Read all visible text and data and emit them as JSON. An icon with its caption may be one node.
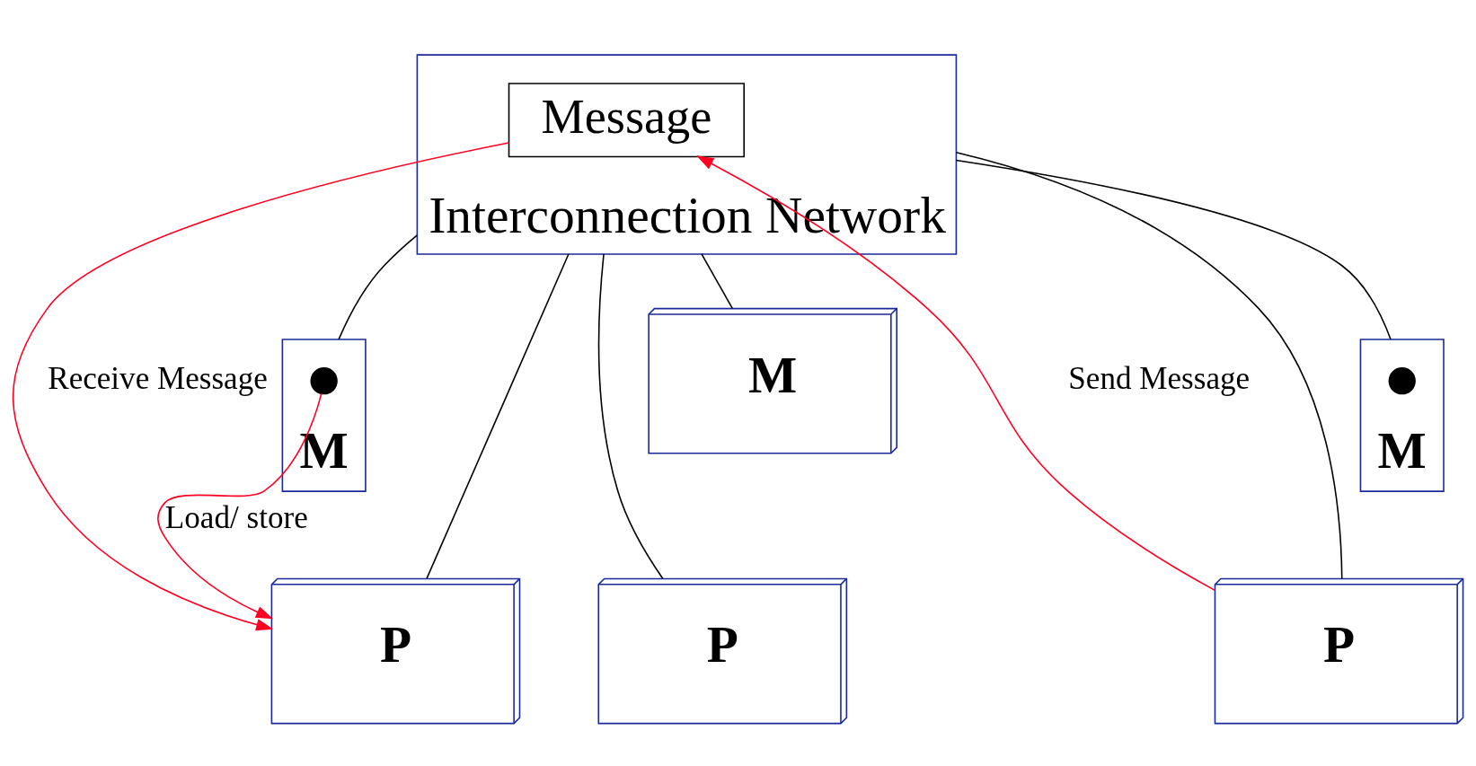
{
  "diagram": {
    "nodes": [
      {
        "text": [
          "Interconnection Network"
        ]
      },
      {
        "text": [
          "Message"
        ],
        "in": 0
      },
      {
        "text": [
          "M"
        ]
      },
      {
        "text": [],
        "shape": "circle",
        "in": 2
      },
      {
        "text": [
          "M"
        ]
      },
      {
        "text": [
          "M"
        ]
      },
      {
        "text": [],
        "shape": "circle",
        "in": 5
      },
      {
        "text": [
          "P"
        ]
      },
      {
        "text": [
          "P"
        ]
      },
      {
        "text": [
          "P"
        ]
      }
    ],
    "edges": [
      {
        "from": 1,
        "to": 7,
        "arrow": "to",
        "color": "#ff0022",
        "label": "Receive Message"
      },
      {
        "from": 3,
        "to": 7,
        "arrow": "to",
        "color": "#ff0022",
        "label": "Load/ store"
      },
      {
        "from": 9,
        "to": 1,
        "arrow": "to",
        "color": "#ff0022",
        "label": "Send Message"
      },
      {
        "from": 2,
        "to": 0,
        "arrow": "none"
      },
      {
        "from": 7,
        "to": 0,
        "arrow": "none"
      },
      {
        "from": 4,
        "to": 0,
        "arrow": "none"
      },
      {
        "from": 8,
        "to": 0,
        "arrow": "none"
      },
      {
        "from": 5,
        "to": 0,
        "arrow": "none"
      },
      {
        "from": 9,
        "to": 0,
        "arrow": "none"
      }
    ]
  }
}
